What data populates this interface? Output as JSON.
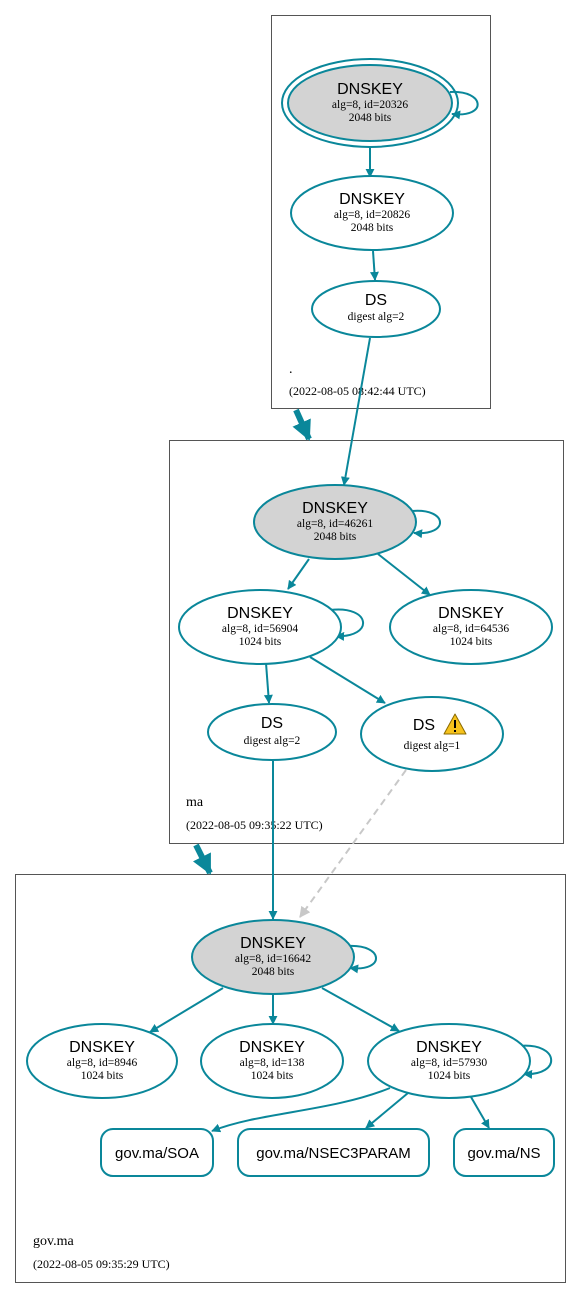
{
  "colors": {
    "edge": "#0a879a",
    "node_fill_ksk": "#d3d3d3",
    "node_fill": "#ffffff",
    "zone_border": "#555555",
    "dashed_edge": "#c8c8c8",
    "warning": "#f6c21c"
  },
  "zones": [
    {
      "id": "root",
      "name": ".",
      "timestamp": "(2022-08-05 08:42:44 UTC)"
    },
    {
      "id": "ma",
      "name": "ma",
      "timestamp": "(2022-08-05 09:35:22 UTC)"
    },
    {
      "id": "govma",
      "name": "gov.ma",
      "timestamp": "(2022-08-05 09:35:29 UTC)"
    }
  ],
  "nodes": {
    "root_ksk": {
      "title": "DNSKEY",
      "line1": "alg=8, id=20326",
      "line2": "2048 bits"
    },
    "root_zsk": {
      "title": "DNSKEY",
      "line1": "alg=8, id=20826",
      "line2": "2048 bits"
    },
    "root_ds": {
      "title": "DS",
      "line1": "digest alg=2"
    },
    "ma_ksk": {
      "title": "DNSKEY",
      "line1": "alg=8, id=46261",
      "line2": "2048 bits"
    },
    "ma_zsk1": {
      "title": "DNSKEY",
      "line1": "alg=8, id=56904",
      "line2": "1024 bits"
    },
    "ma_zsk2": {
      "title": "DNSKEY",
      "line1": "alg=8, id=64536",
      "line2": "1024 bits"
    },
    "ma_ds2": {
      "title": "DS",
      "line1": "digest alg=2"
    },
    "ma_ds1": {
      "title": "DS",
      "line1": "digest alg=1",
      "icon": "warning-icon"
    },
    "gov_ksk": {
      "title": "DNSKEY",
      "line1": "alg=8, id=16642",
      "line2": "2048 bits"
    },
    "gov_zsk1": {
      "title": "DNSKEY",
      "line1": "alg=8, id=8946",
      "line2": "1024 bits"
    },
    "gov_zsk2": {
      "title": "DNSKEY",
      "line1": "alg=8, id=138",
      "line2": "1024 bits"
    },
    "gov_zsk3": {
      "title": "DNSKEY",
      "line1": "alg=8, id=57930",
      "line2": "1024 bits"
    }
  },
  "records": {
    "soa": "gov.ma/SOA",
    "nsec3param": "gov.ma/NSEC3PARAM",
    "ns": "gov.ma/NS"
  }
}
